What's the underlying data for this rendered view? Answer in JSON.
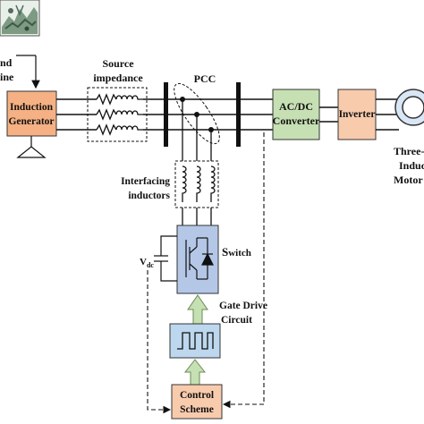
{
  "labels": {
    "wind_turbine_line1": "nd",
    "wind_turbine_line2": "ine",
    "induction_generator_line1": "Induction",
    "induction_generator_line2": "Generator",
    "source_impedance_line1": "Source",
    "source_impedance_line2": "impedance",
    "pcc": "PCC",
    "acdc_converter_line1": "AC/DC",
    "acdc_converter_line2": "Converter",
    "inverter": "Inverter",
    "motor_line1": "Three-p",
    "motor_line2": "Induc",
    "motor_line3": "Motor L",
    "interfacing_inductors_line1": "Interfacing",
    "interfacing_inductors_line2": "inductors",
    "switch_s": "S",
    "switch_rest": "witch",
    "vdc_v": "V",
    "vdc_sub": "dc",
    "gate_drive_line1": "Gate Drive",
    "gate_drive_line2": "Circuit",
    "control_scheme_line1": "Control",
    "control_scheme_line2": "Scheme"
  },
  "colors": {
    "generator_fill": "#f5b183",
    "converter_fill": "#c6e0b4",
    "inverter_fill": "#f8cbad",
    "switch_fill": "#b4c7e7",
    "gate_drive_fill": "#bdd7ee",
    "control_fill": "#f8cbad",
    "arrow_fill": "#c5e0b3",
    "line": "#111111"
  },
  "icons": {
    "turbine": "wind-turbine-photo",
    "motor": "induction-motor-circle",
    "pulse": "square-pulse-train",
    "igbt": "igbt-with-diode"
  }
}
